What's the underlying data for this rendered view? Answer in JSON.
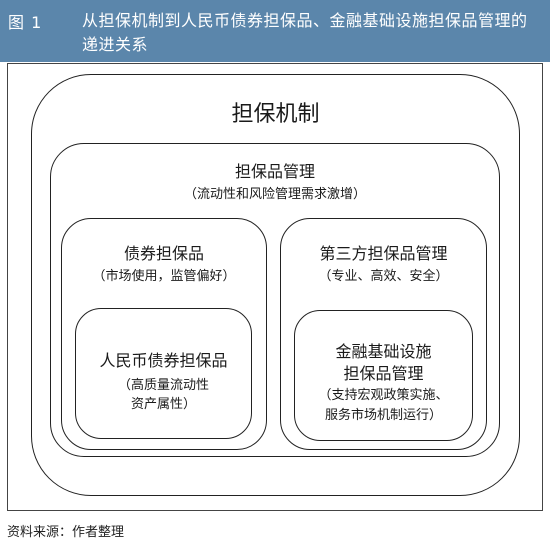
{
  "figure": {
    "label": "图 1",
    "title": "从担保机制到人民币债券担保品、金融基础设施担保品管理的递进关系"
  },
  "diagram": {
    "outer": {
      "title": "担保机制"
    },
    "middle": {
      "title": "担保品管理",
      "note": "（流动性和风险管理需求激增）"
    },
    "left": {
      "title": "债券担保品",
      "note": "（市场使用，监管偏好）",
      "inner": {
        "title": "人民币债券担保品",
        "note_line1": "（高质量流动性",
        "note_line2": "资产属性）"
      }
    },
    "right": {
      "title": "第三方担保品管理",
      "note": "（专业、高效、安全）",
      "inner": {
        "title_line1": "金融基础设施",
        "title_line2": "担保品管理",
        "note_line1": "（支持宏观政策实施、",
        "note_line2": "服务市场机制运行）"
      }
    }
  },
  "source": "资料来源：作者整理"
}
